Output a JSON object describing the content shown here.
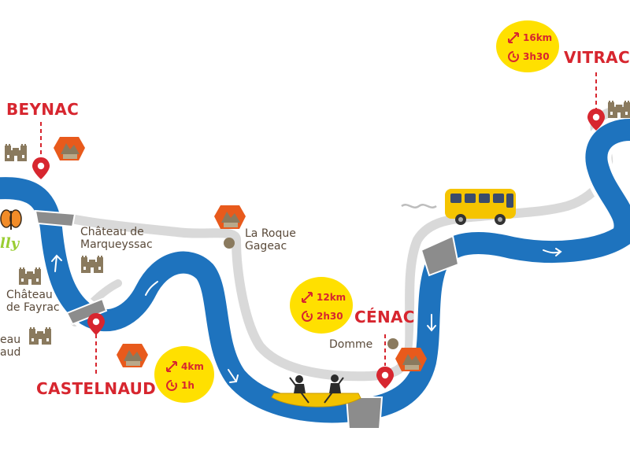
{
  "towns": {
    "beynac": "BEYNAC",
    "castelnaud": "CASTELNAUD",
    "cenac": "CÉNAC",
    "vitrac": "VITRAC"
  },
  "places": {
    "marqueyssac_1": "Château de",
    "marqueyssac_2": "Marqueyssac",
    "roque_1": "La Roque",
    "roque_2": "Gageac",
    "fayrac_1": "Château",
    "fayrac_2": "de Fayrac",
    "castelnaud_cut_1": "eau",
    "castelnaud_cut_2": "aud",
    "domme": "Domme",
    "logo_partial": "lly"
  },
  "badges": {
    "vitrac": {
      "distance": "16km",
      "duration": "3h30"
    },
    "cenac": {
      "distance": "12km",
      "duration": "2h30"
    },
    "castelnaud": {
      "distance": "4km",
      "duration": "1h"
    }
  },
  "colors": {
    "river": "#1e73be",
    "river_outline": "#ffffff",
    "road": "#d9d9d9",
    "town_red": "#d7262f",
    "badge_yellow": "#ffe000",
    "castle_brown": "#8a7a5e",
    "bus_yellow": "#f5c400",
    "canoe_yellow": "#f2c200"
  },
  "icons": [
    "map-pin-icon",
    "castle-icon",
    "village-icon",
    "bus-icon",
    "canoe-icon",
    "distance-icon",
    "clock-icon",
    "bridge-icon",
    "current-arrow-icon",
    "butterfly-icon"
  ]
}
